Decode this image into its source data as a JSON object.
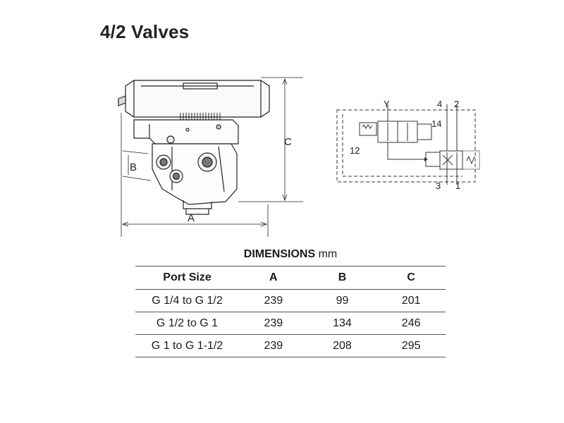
{
  "title": "4/2 Valves",
  "figure": {
    "dimension_labels": {
      "a": "A",
      "b": "B",
      "c": "C"
    }
  },
  "schematic": {
    "port_labels": {
      "y": "Y",
      "p4": "4",
      "p2": "2",
      "p14": "14",
      "p12": "12",
      "p3": "3",
      "p1": "1"
    }
  },
  "dimensions": {
    "title_bold": "DIMENSIONS",
    "unit": "mm",
    "headers": [
      "Port Size",
      "A",
      "B",
      "C"
    ],
    "rows": [
      [
        "G 1/4 to G 1/2",
        "239",
        "99",
        "201"
      ],
      [
        "G 1/2 to G 1",
        "239",
        "134",
        "246"
      ],
      [
        "G 1 to G 1-1/2",
        "239",
        "208",
        "295"
      ]
    ]
  }
}
